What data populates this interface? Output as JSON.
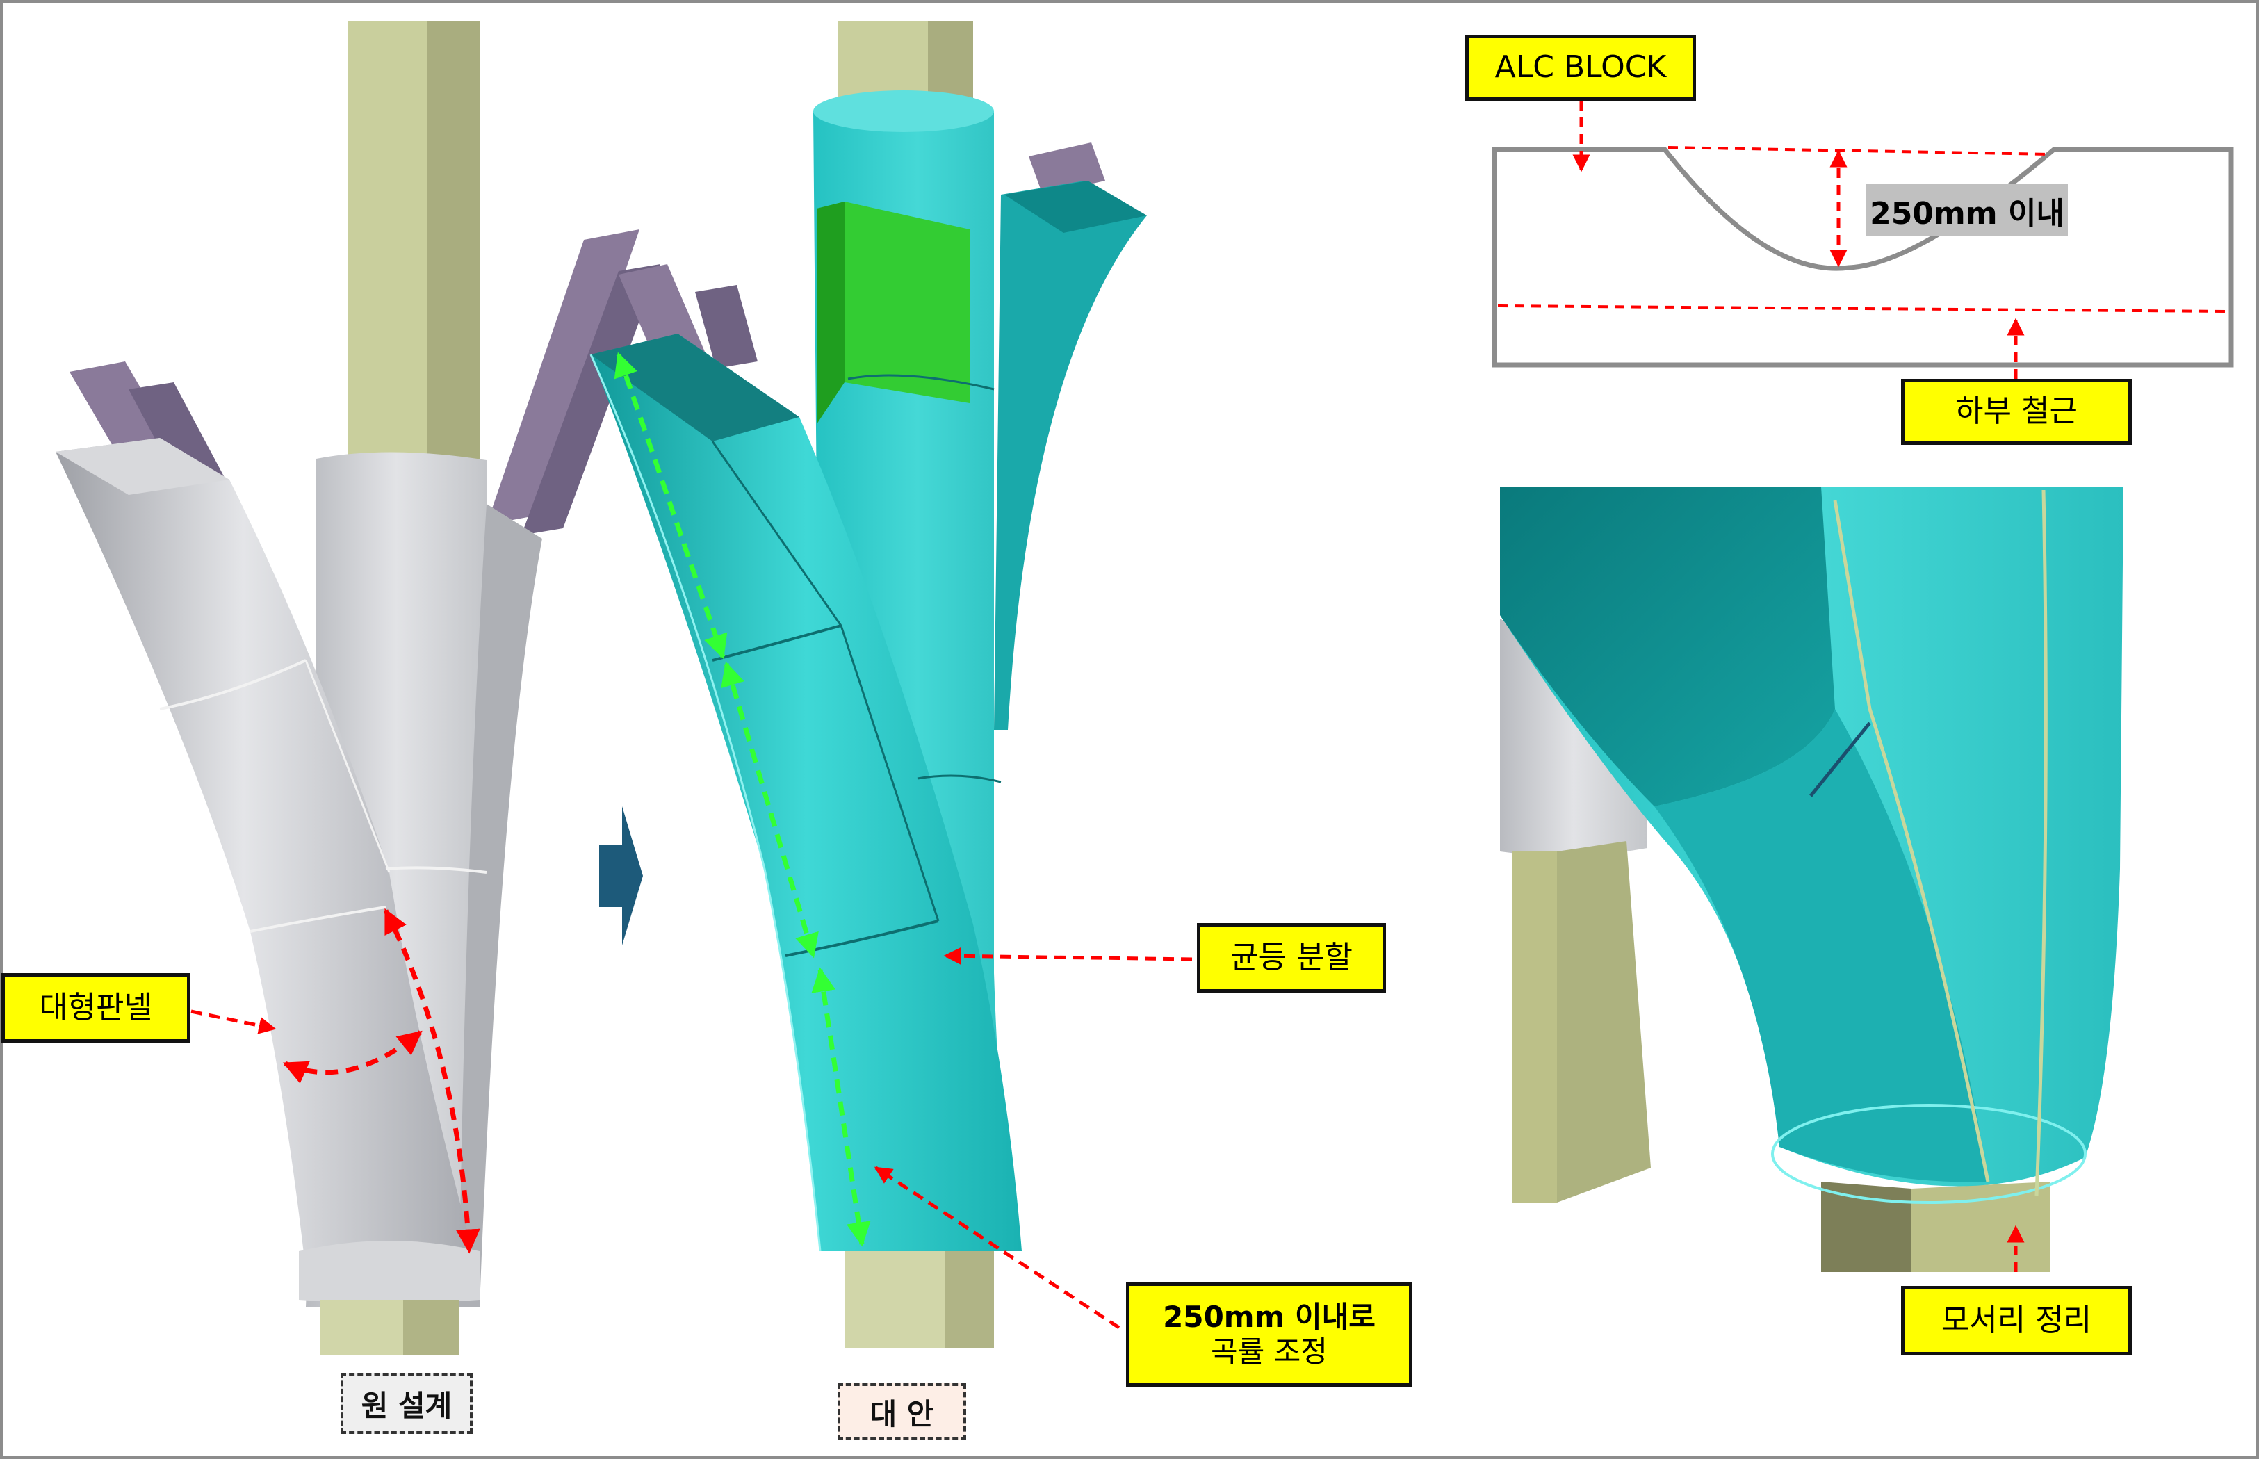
{
  "labels": {
    "large_panel": "대형판넬",
    "original_design": "원 설계",
    "alternative": "대 안",
    "equal_division": "균등 분할",
    "curvature_line1": "250mm 이내로",
    "curvature_line2": "곡률 조정",
    "alc_block": "ALC BLOCK",
    "within_250mm": "250mm 이내",
    "lower_rebar": "하부 철근",
    "edge_trim": "모서리 정리"
  },
  "colors": {
    "callout_fill": "#ffff00",
    "arrow_red": "#ff0000",
    "arrow_green": "#33ff33",
    "teal": "#2ec9c9",
    "steel_grey": "#c9cbd0",
    "column_olive": "#c9cf9d",
    "beam_purple": "#8a7a9a",
    "frame_grey": "#8c8c8c",
    "proposal_fill": "#fdeee6"
  }
}
